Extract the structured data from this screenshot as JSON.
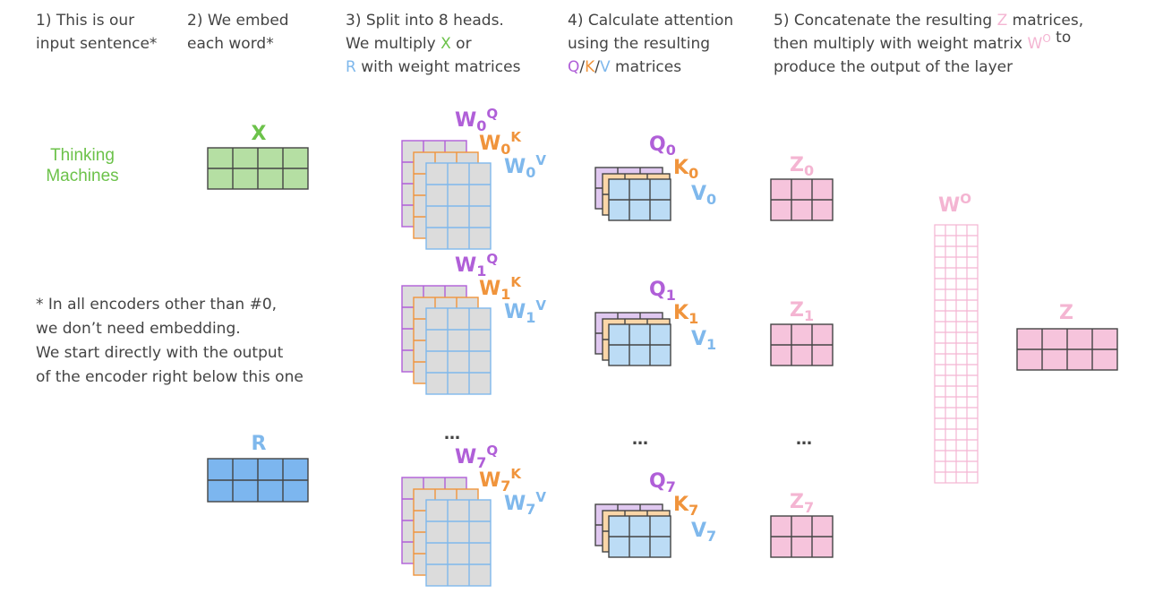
{
  "colors": {
    "text": "#444444",
    "green": "#6cc24a",
    "green_fill": "#b5dfa3",
    "blue": "#7fb8ec",
    "blue_fill": "#bcdcf5",
    "blue_dark_fill": "#7cb6ef",
    "purple": "#b05fd8",
    "purple_fill": "#e0c8f0",
    "orange": "#f0943c",
    "orange_fill": "#fbd6a8",
    "pink": "#f4b5d2",
    "pink_fill": "#f6c4dc",
    "gray_fill": "#dcdcdc",
    "cell_line": "#444444"
  },
  "steps": [
    {
      "lines": [
        [
          {
            "text": "1) This is our"
          }
        ],
        [
          {
            "text": "input sentence*"
          }
        ]
      ]
    },
    {
      "lines": [
        [
          {
            "text": "2) We embed"
          }
        ],
        [
          {
            "text": "each word*"
          }
        ]
      ]
    },
    {
      "lines": [
        [
          {
            "text": "3) Split into 8 heads."
          }
        ],
        [
          {
            "text": "We multiply "
          },
          {
            "text": "X",
            "color": "green"
          },
          {
            "text": " or"
          }
        ],
        [
          {
            "text": "R",
            "color": "blue"
          },
          {
            "text": " with weight matrices"
          }
        ]
      ]
    },
    {
      "lines": [
        [
          {
            "text": "4) Calculate attention"
          }
        ],
        [
          {
            "text": "using the resulting"
          }
        ],
        [
          {
            "text": "Q",
            "color": "purple"
          },
          {
            "text": "/"
          },
          {
            "text": "K",
            "color": "orange"
          },
          {
            "text": "/"
          },
          {
            "text": "V",
            "color": "blue"
          },
          {
            "text": " matrices"
          }
        ]
      ]
    },
    {
      "lines": [
        [
          {
            "text": "5) Concatenate the resulting "
          },
          {
            "text": "Z",
            "color": "pink"
          },
          {
            "text": " matrices,"
          }
        ],
        [
          {
            "text": "then multiply with weight matrix "
          },
          {
            "text": "W",
            "color": "pink"
          },
          {
            "text": "O",
            "color": "pink",
            "sup": true
          },
          {
            "text": " to"
          }
        ],
        [
          {
            "text": "produce the output of the layer"
          }
        ]
      ]
    }
  ],
  "input_words": [
    "Thinking",
    "Machines"
  ],
  "embed_x_label": "X",
  "embed_r_label": "R",
  "footnote": [
    "* In all encoders other than #0,",
    "we don’t need embedding.",
    "We start directly with the output",
    "of the encoder right below this one"
  ],
  "heads": [
    {
      "index": "0",
      "wq": "W",
      "wk": "W",
      "wv": "W",
      "q": "Q",
      "k": "K",
      "v": "V",
      "z": "Z"
    },
    {
      "index": "1",
      "wq": "W",
      "wk": "W",
      "wv": "W",
      "q": "Q",
      "k": "K",
      "v": "V",
      "z": "Z"
    },
    {
      "index": "7",
      "wq": "W",
      "wk": "W",
      "wv": "W",
      "q": "Q",
      "k": "K",
      "v": "V",
      "z": "Z"
    }
  ],
  "weight_superscripts": {
    "q": "Q",
    "k": "K",
    "v": "V"
  },
  "ellipsis": "…",
  "wo_label": "W",
  "wo_superscript": "O",
  "output_label": "Z"
}
